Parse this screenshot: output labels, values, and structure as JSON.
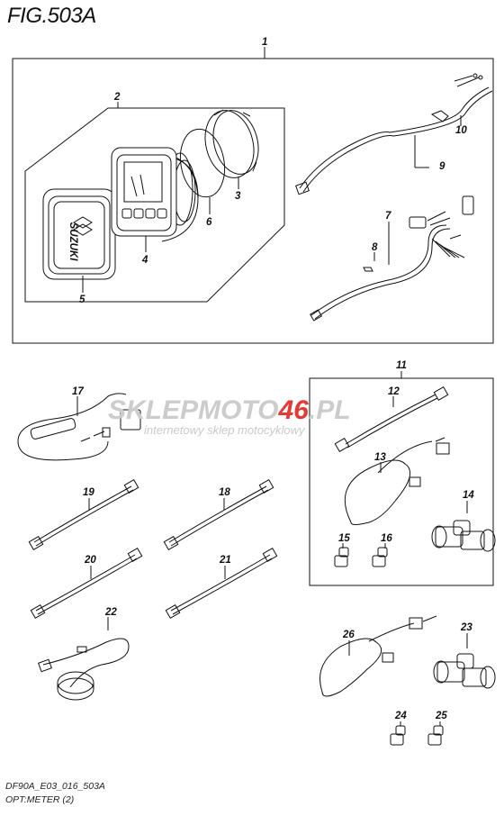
{
  "figure": {
    "title": "FIG.503A"
  },
  "footer": {
    "code": "DF90A_E03_016_503A",
    "subtitle": "OPT:METER (2)"
  },
  "watermark": {
    "part1": "SKLEP",
    "part2": "MOTO",
    "part3": "46",
    "part4": ".PL",
    "tagline": "internetowy sklep motocyklowy"
  },
  "colors": {
    "line": "#111111",
    "watermark_grey": "#cccccc",
    "watermark_red": "#e53935"
  },
  "callouts": [
    "1",
    "2",
    "3",
    "4",
    "5",
    "6",
    "7",
    "8",
    "9",
    "10",
    "11",
    "12",
    "13",
    "14",
    "15",
    "16",
    "17",
    "18",
    "19",
    "20",
    "21",
    "22",
    "23",
    "24",
    "25",
    "26"
  ],
  "meter": {
    "logo_text": "SUZUKI"
  }
}
